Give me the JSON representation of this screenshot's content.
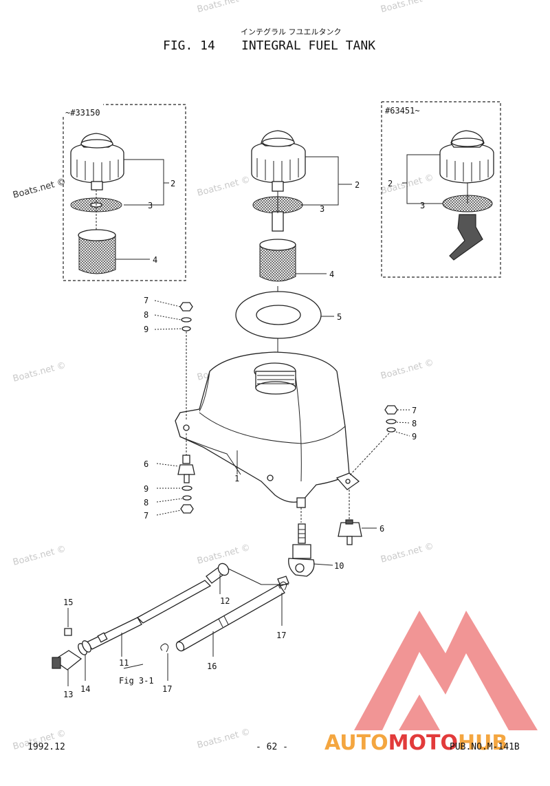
{
  "header": {
    "jp_title": "インテグラル フユエルタンク",
    "fig_label": "FIG. 14",
    "title": "INTEGRAL FUEL TANK"
  },
  "variants": {
    "left_code": "~#33150",
    "right_code": "#63451~"
  },
  "callouts": {
    "left_2": "2",
    "left_3": "3",
    "left_4": "4",
    "center_2": "2",
    "center_3": "3",
    "center_4": "4",
    "center_5": "5",
    "right_2": "2",
    "right_3": "3",
    "l7a": "7",
    "l8a": "8",
    "l9a": "9",
    "r7": "7",
    "r8": "8",
    "r9": "9",
    "l6": "6",
    "l9b": "9",
    "l8b": "8",
    "l7b": "7",
    "tank_1": "1",
    "r6": "6",
    "c10": "10",
    "c12": "12",
    "c15": "15",
    "c17a": "17",
    "c11": "11",
    "c16": "16",
    "c13": "13",
    "c14": "14",
    "c17b": "17",
    "fig_ref": "Fig 3-1"
  },
  "watermark": "Boats.net ©",
  "footer": {
    "date": "1992.12",
    "page": "- 62 -",
    "pub": "PUB.NO.M-141B"
  },
  "logo": {
    "text": "AUTOMOTOHUB",
    "color_orange": "#f4a640",
    "color_red": "#e23b3b"
  }
}
